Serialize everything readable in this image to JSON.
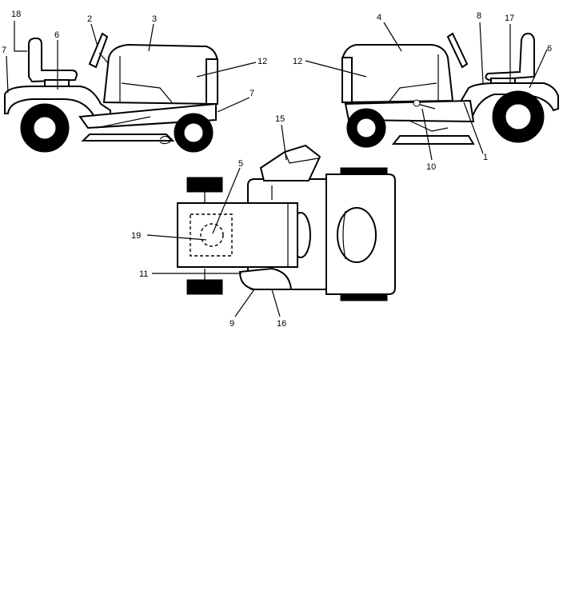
{
  "callouts": {
    "left_view": [
      "18",
      "2",
      "3",
      "6",
      "7",
      "12",
      "7"
    ],
    "right_view": [
      "4",
      "8",
      "17",
      "6",
      "12",
      "10",
      "1"
    ],
    "top_view": [
      "15",
      "5",
      "19",
      "11",
      "9",
      "16"
    ]
  },
  "colors": {
    "ink": "#000000",
    "paper": "#ffffff"
  }
}
